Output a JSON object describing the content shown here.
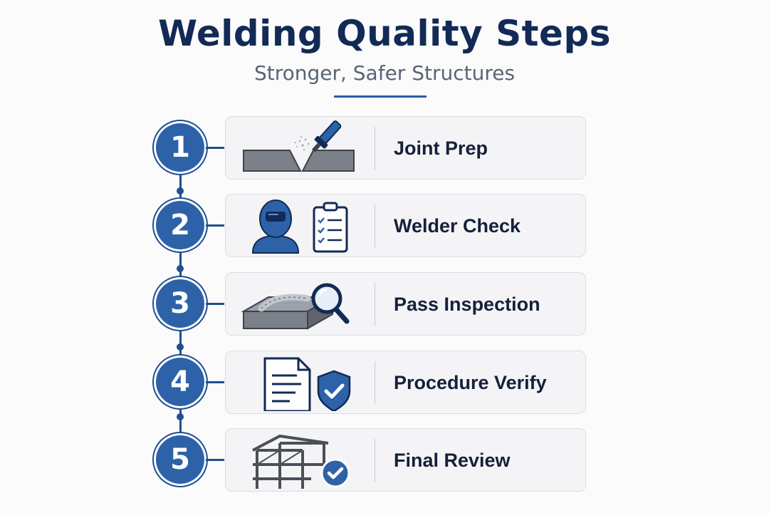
{
  "header": {
    "title": "Welding Quality Steps",
    "subtitle": "Stronger, Safer Structures"
  },
  "colors": {
    "accent": "#2d62a8",
    "navy": "#122a55",
    "card_bg": "#f4f4f6"
  },
  "steps": [
    {
      "number": "1",
      "label": "Joint Prep",
      "icon": "weld-joint-icon"
    },
    {
      "number": "2",
      "label": "Welder Check",
      "icon": "welder-checklist-icon"
    },
    {
      "number": "3",
      "label": "Pass Inspection",
      "icon": "weld-magnifier-icon"
    },
    {
      "number": "4",
      "label": "Procedure Verify",
      "icon": "document-shield-icon"
    },
    {
      "number": "5",
      "label": "Final Review",
      "icon": "structure-check-icon"
    }
  ]
}
